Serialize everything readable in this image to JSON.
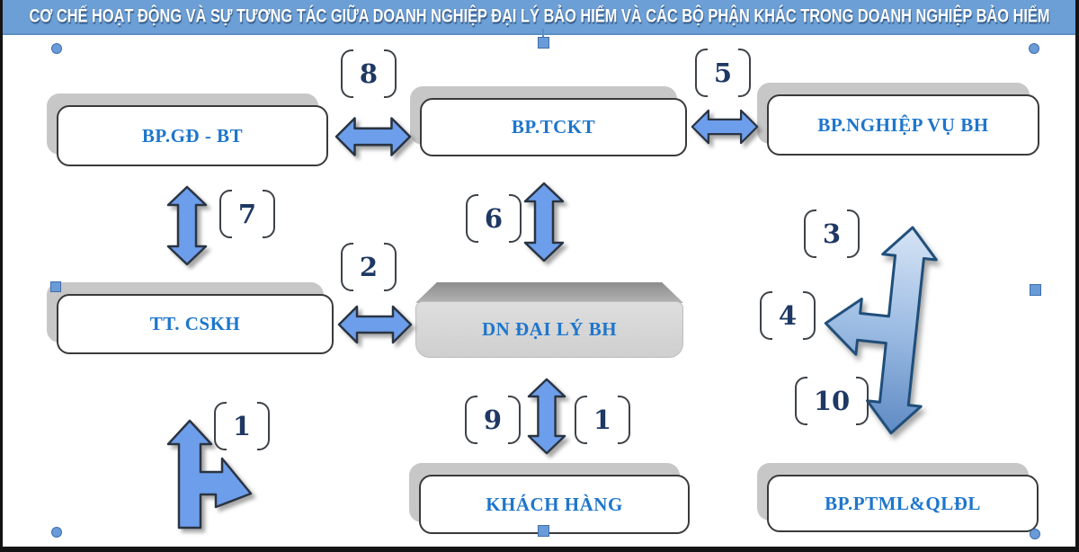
{
  "title": "CƠ CHẾ HOẠT ĐỘNG VÀ SỰ TƯƠNG TÁC GIỮA DOANH NGHIỆP ĐẠI LÝ BẢO HIỂM VÀ CÁC BỘ PHẬN KHÁC TRONG DOANH NGHIỆP BẢO HIỂM",
  "boxes": {
    "gd_bt": "BP.GĐ - BT",
    "tckt": "BP.TCKT",
    "nghiep_vu_bh": "BP.NGHIỆP VỤ BH",
    "tt_cskh": "TT. CSKH",
    "dn_dai_ly_bh": "DN ĐẠI LÝ BH",
    "khach_hang": "KHÁCH HÀNG",
    "ptml_qldl": "BP.PTML&QLĐL"
  },
  "step_numbers": {
    "s1_bottom_left": "1",
    "s1_center": "1",
    "s2": "2",
    "s3": "3",
    "s4": "4",
    "s5": "5",
    "s6": "6",
    "s7": "7",
    "s8": "8",
    "s9": "9",
    "s10": "10"
  },
  "icons": {
    "horizontal_double_arrow": "two-headed left-right arrow",
    "vertical_double_arrow": "two-headed up-down arrow",
    "bent_up_arrow": "up arrow with branch to lower-right",
    "tri_directional_arrow": "up-down double arrow with left branch",
    "selection_handle_square": "blue square drag handle",
    "selection_handle_circle": "blue round drag handle"
  },
  "colors": {
    "titlebar_bg": "#6B9FD6",
    "title_text": "#FFFFFF",
    "title_text_shadow": "#17365D",
    "box_label": "#1E76CC",
    "box_border": "#3A3A3A",
    "box_shadow": "#C7C7C7",
    "number_text": "#1F3864",
    "bracket": "#3D4248",
    "arrow_fill": "#6D9EEB",
    "arrow_outline": "#2A3442",
    "big_arrow_gradient_top": "#D6E4F5",
    "big_arrow_gradient_mid": "#9CBCE3",
    "big_arrow_gradient_bottom": "#5F8AC4",
    "big_arrow_outline": "#1F4E79",
    "center_box_top": "#8D8D8D",
    "center_box_body": "#D9D9D9",
    "handle_fill": "#699BD8"
  }
}
